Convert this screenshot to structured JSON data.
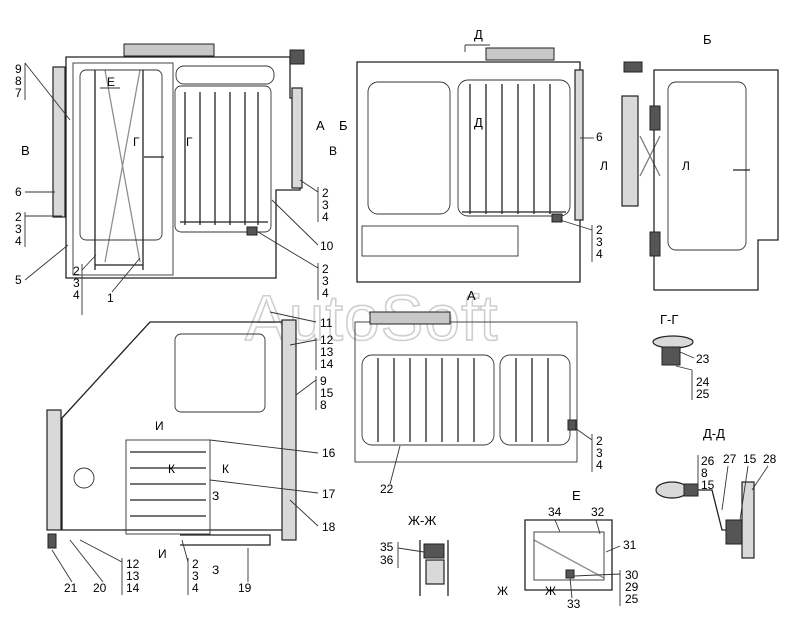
{
  "watermark": "AutoSoft",
  "view_titles": {
    "A": "А",
    "B": "Б",
    "GG": "Г-Г",
    "DD": "Д-Д",
    "E": "Е",
    "ZhZh": "Ж-Ж"
  },
  "section_markers": {
    "V_left": "В",
    "V_right": "В",
    "E_top": "Е",
    "G_left": "Г",
    "G_right": "Г",
    "A_arrow": "А",
    "B_arrow": "Б",
    "D_top": "Д",
    "D_mid": "Д",
    "L_left": "Л",
    "L_right": "Л",
    "I_top": "И",
    "I_bottom": "И",
    "K_left": "К",
    "K_right": "К",
    "Z_top": "З",
    "Z_bottom": "З",
    "Zh_left": "Ж",
    "Zh_right": "Ж"
  },
  "callouts": {
    "c1": "1",
    "c5": "5",
    "c6_left": "6",
    "c6_right": "6",
    "c10": "10",
    "c11": "11",
    "c12": "12",
    "c13": "13",
    "c14": "14",
    "c9": "9",
    "c15": "15",
    "c8": "8",
    "c16": "16",
    "c17": "17",
    "c18": "18",
    "c19": "19",
    "c20": "20",
    "c21": "21",
    "c22": "22",
    "c23": "23",
    "c24": "24",
    "c25": "25",
    "c26": "26",
    "c27": "27",
    "c15_dd": "15",
    "c28": "28",
    "c8_dd": "8",
    "c15_dd2": "15",
    "c29": "29",
    "c30": "30",
    "c25_e": "25",
    "c31": "31",
    "c32": "32",
    "c33": "33",
    "c34": "34",
    "c35": "35",
    "c36": "36"
  },
  "stacks": {
    "s987": [
      "9",
      "8",
      "7"
    ],
    "s234_left": [
      "2",
      "3",
      "4"
    ],
    "s234_mid": [
      "2",
      "3",
      "4"
    ],
    "s234_bottom_left": [
      "2",
      "3",
      "4"
    ],
    "s234_right1": [
      "2",
      "3",
      "4"
    ],
    "s234_right2": [
      "2",
      "3",
      "4"
    ],
    "s234_lower": [
      "2",
      "3",
      "4"
    ],
    "s234_bottom": [
      "2",
      "3",
      "4"
    ],
    "s121314_a": [
      "12",
      "13",
      "14"
    ],
    "s12_13_14_b": [
      "12",
      "13",
      "14"
    ],
    "s9158": [
      "9",
      "15",
      "8"
    ],
    "s2425": [
      "24",
      "25"
    ],
    "s26815": [
      "26",
      "8",
      "15"
    ],
    "s302925": [
      "30",
      "29",
      "25"
    ],
    "s3536": [
      "35",
      "36"
    ],
    "s111213": [
      "11",
      "12",
      "13",
      "14"
    ]
  }
}
